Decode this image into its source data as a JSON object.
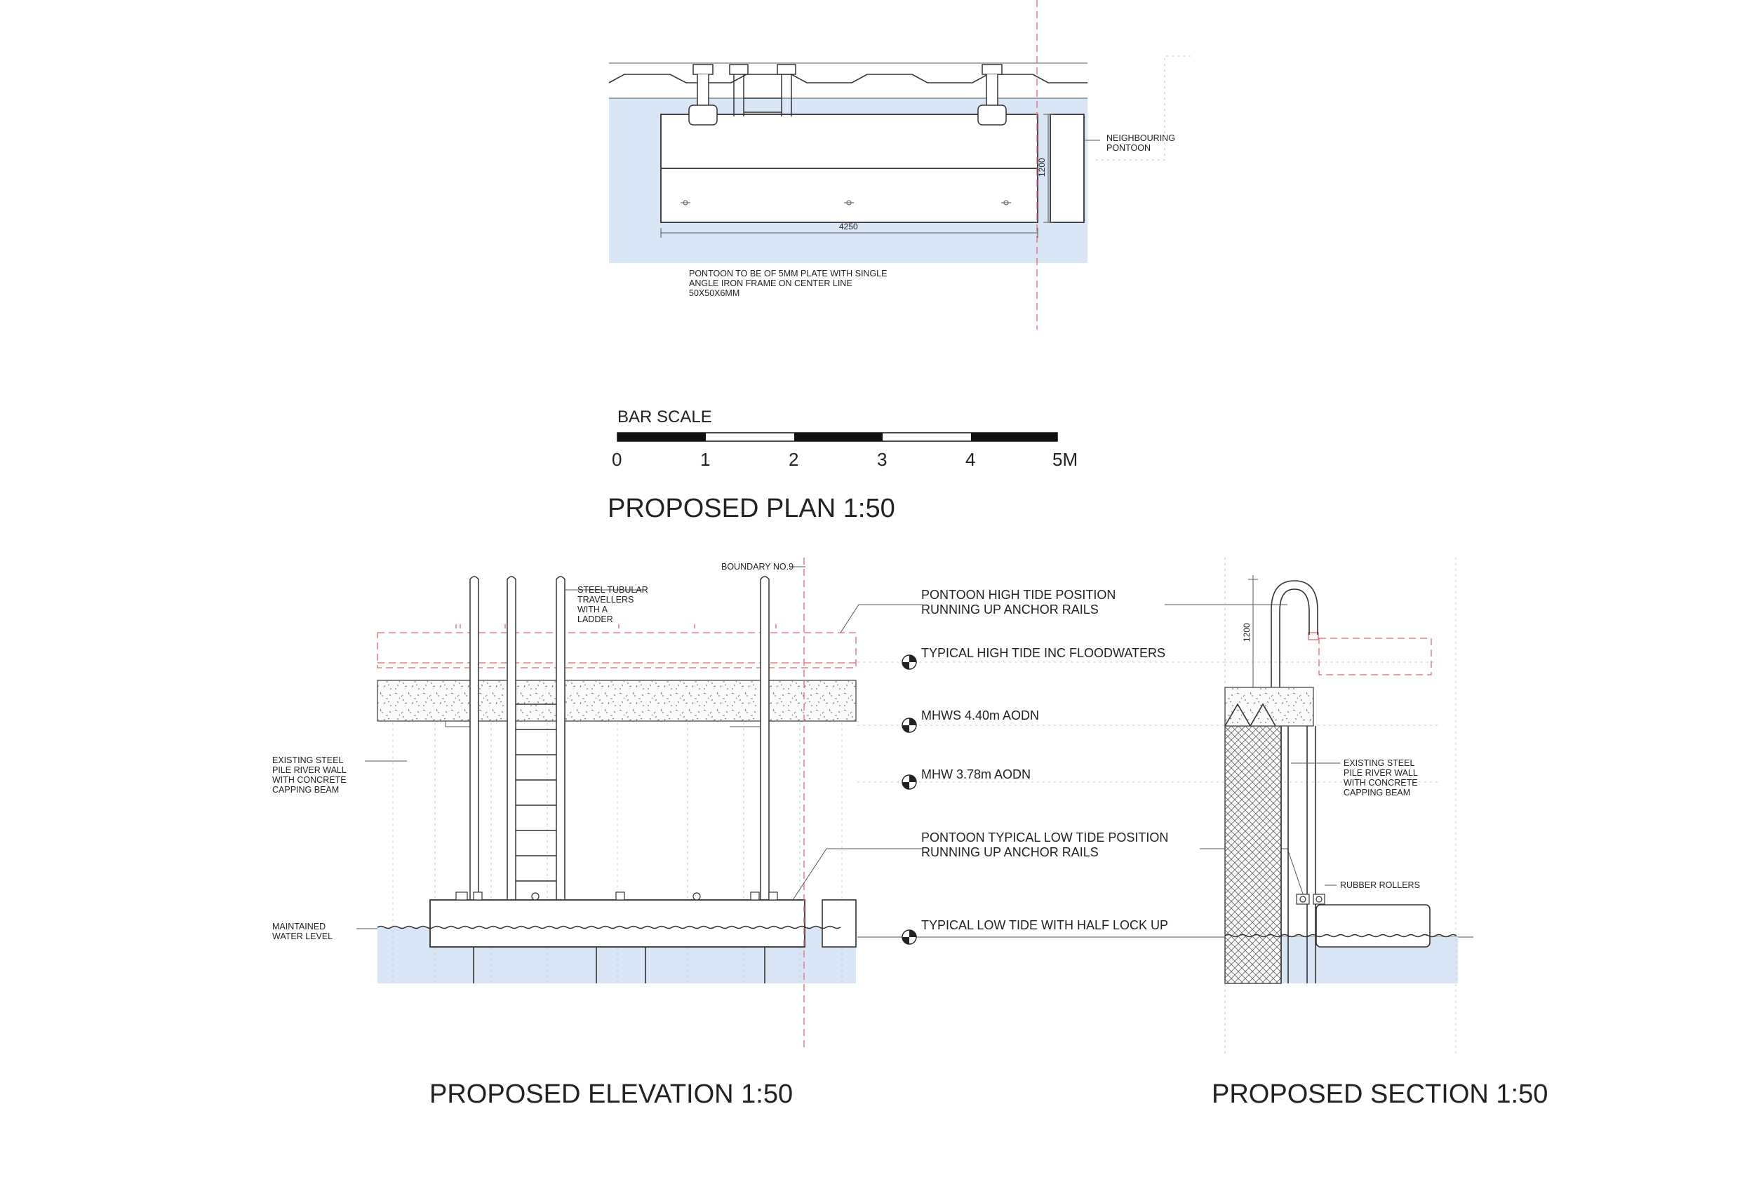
{
  "plan": {
    "title": "PROPOSED PLAN 1:50",
    "notes": {
      "neighbouring": [
        "NEIGHBOURING",
        "PONTOON"
      ],
      "spec": [
        "PONTOON TO BE OF 5MM PLATE WITH SINGLE",
        "ANGLE IRON FRAME ON CENTER LINE",
        "50X50X6MM"
      ]
    },
    "dimensions": {
      "length": "4250",
      "width": "1200"
    }
  },
  "bar_scale": {
    "title": "BAR SCALE",
    "ticks": [
      "0",
      "1",
      "2",
      "3",
      "4",
      "5M"
    ]
  },
  "elevation": {
    "title": "PROPOSED ELEVATION 1:50",
    "notes": {
      "travellers": [
        "STEEL TUBULAR",
        "TRAVELLERS",
        "WITH A",
        "LADDER"
      ],
      "boundary": "BOUNDARY NO.9",
      "wall": [
        "EXISTING STEEL",
        "PILE RIVER WALL",
        "WITH CONCRETE",
        "CAPPING BEAM"
      ],
      "water": [
        "MAINTAINED",
        "WATER LEVEL"
      ]
    },
    "levels": {
      "high_position": [
        "PONTOON HIGH TIDE POSITION",
        "RUNNING UP ANCHOR RAILS"
      ],
      "high_tide": "TYPICAL HIGH TIDE INC FLOODWATERS",
      "mhws": "MHWS 4.40m AODN",
      "mhw": "MHW 3.78m AODN",
      "low_position": [
        "PONTOON TYPICAL LOW TIDE POSITION",
        "RUNNING UP ANCHOR RAILS"
      ],
      "low_tide": "TYPICAL LOW TIDE WITH HALF LOCK UP"
    }
  },
  "section": {
    "title": "PROPOSED SECTION 1:50",
    "notes": {
      "wall": [
        "EXISTING STEEL",
        "PILE RIVER WALL",
        "WITH CONCRETE",
        "CAPPING BEAM"
      ],
      "rollers": "RUBBER ROLLERS"
    },
    "dimension": "1200"
  },
  "colors": {
    "water": "#d8e6f5",
    "high_tide_markup": "#e06a6a",
    "linework": "#333333"
  }
}
